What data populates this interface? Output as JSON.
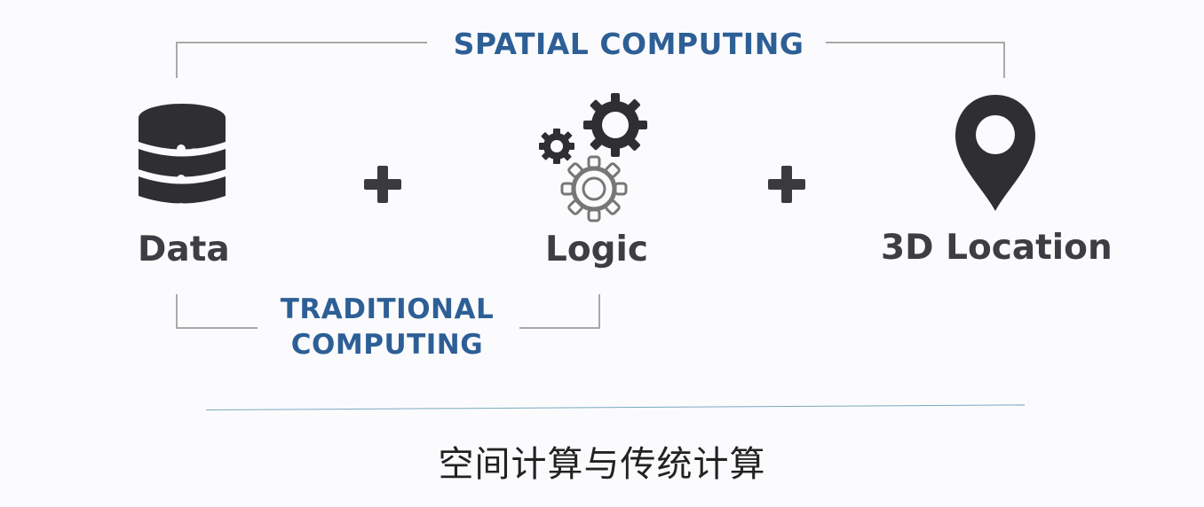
{
  "labels": {
    "spatial_computing": "SPATIAL COMPUTING",
    "traditional_computing_line1": "TRADITIONAL",
    "traditional_computing_line2": "COMPUTING",
    "data": "Data",
    "logic": "Logic",
    "location": "3D Location"
  },
  "operators": {
    "plus_1": "+",
    "plus_2": "+"
  },
  "caption": "空间计算与传统计算",
  "icons": {
    "data": "database-icon",
    "logic": "gears-icon",
    "location": "map-pin-icon"
  },
  "colors": {
    "accent_blue": "#2d5f96",
    "text_dark": "#3d3d44",
    "bracket_gray": "#a9a9a9",
    "divider": "#78a9bf"
  }
}
